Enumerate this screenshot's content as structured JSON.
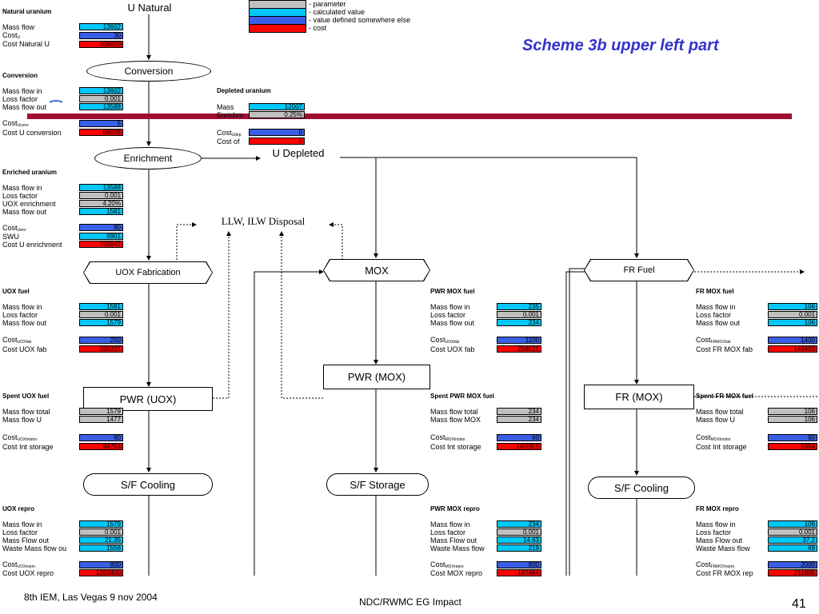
{
  "slide_title": "Scheme 3b upper left part",
  "legend": [
    {
      "text": "- parameter",
      "color": "#c0c0c0"
    },
    {
      "text": "- calculated value",
      "color": "#00c8f8"
    },
    {
      "text": "- value defined somewhere else",
      "color": "#3a5ee8"
    },
    {
      "text": "- cost",
      "color": "#ff0000"
    }
  ],
  "nodes": {
    "u_natural": "U Natural",
    "conversion": "Conversion",
    "enrichment": "Enrichment",
    "u_depleted": "U Depleted",
    "llw": "LLW, ILW Disposal",
    "uox_fab": "UOX Fabrication",
    "mox": "MOX",
    "fr_fuel": "FR Fuel",
    "pwr_uox": "PWR (UOX)",
    "pwr_mox": "PWR (MOX)",
    "fr_mox": "FR (MOX)",
    "sf_cooling_1": "S/F Cooling",
    "sf_storage": "S/F Storage",
    "sf_cooling_2": "S/F Cooling"
  },
  "natural_uranium": {
    "heading": "Natural uranium",
    "rows": [
      {
        "label": "Mass flow",
        "value": "13602"
      },
      {
        "label": "Cost",
        "sub": "U",
        "value": "30"
      },
      {
        "label": "Cost Natural U",
        "value": "408050"
      }
    ]
  },
  "conversion": {
    "heading": "Conversion",
    "rows": [
      {
        "label": "Mass flow in",
        "value": "13602"
      },
      {
        "label": "Loss factor",
        "value": "0.001"
      },
      {
        "label": "Mass flow out",
        "value": "13588"
      },
      {
        "label": "Cost",
        "sub": "Uconv",
        "value": "5"
      },
      {
        "label": "Cost U conversion",
        "value": "68008"
      }
    ]
  },
  "depleted_uranium": {
    "heading": "Depleted uranium",
    "rows": [
      {
        "label": "Mass",
        "value": "12007"
      },
      {
        "label": "Enrichm",
        "value": "0.25%"
      },
      {
        "label": "Cost",
        "sub": "Udep",
        "value": "0"
      },
      {
        "label": "Cost of",
        "value": "0"
      }
    ]
  },
  "enriched_uranium": {
    "heading": "Enriched uranium",
    "rows": [
      {
        "label": "Mass flow in",
        "value": "13588"
      },
      {
        "label": "Loss factor",
        "value": "0.001"
      },
      {
        "label": "UOX enrichment",
        "value": "4.20%"
      },
      {
        "label": "Mass flow out",
        "value": "1581"
      },
      {
        "label": "Cost",
        "sub": "Uenr",
        "value": "80"
      },
      {
        "label": "SWU",
        "value": "9901"
      },
      {
        "label": "Cost U enrichment",
        "value": "792047"
      }
    ]
  },
  "uox_fuel": {
    "heading": "UOX fuel",
    "rows": [
      {
        "label": "Mass flow in",
        "value": "1581"
      },
      {
        "label": "Loss factor",
        "value": "0.001"
      },
      {
        "label": "Mass flow out",
        "value": "1579"
      },
      {
        "label": "Cost",
        "sub": "UOXfab",
        "value": "250"
      },
      {
        "label": "Cost UOX fab",
        "value": "395207"
      }
    ]
  },
  "spent_uox": {
    "heading": "Spent UOX fuel",
    "rows": [
      {
        "label": "Mass flow total",
        "value": "1579"
      },
      {
        "label": "Mass flow U",
        "value": "1477"
      },
      {
        "label": "Cost",
        "sub": "UOXIntstor",
        "value": "60"
      },
      {
        "label": "Cost Int storage",
        "value": "94753"
      }
    ]
  },
  "uox_repro": {
    "heading": "UOX repro",
    "rows": [
      {
        "label": "Mass flow in",
        "value": "1579"
      },
      {
        "label": "Loss factor",
        "value": "0.001"
      },
      {
        "label": "Mass Flow out",
        "value": "21.35"
      },
      {
        "label": "Waste Mass flow ou",
        "value": "1556"
      },
      {
        "label": "Cost",
        "sub": "UOXrepro",
        "value": "800"
      },
      {
        "label": "Cost UOX repro",
        "value": "1263400"
      }
    ]
  },
  "pwr_mox_fuel": {
    "heading": "PWR MOX fuel",
    "rows": [
      {
        "label": "Mass flow in",
        "value": "235"
      },
      {
        "label": "Loss factor",
        "value": "0.001"
      },
      {
        "label": "Mass flow out",
        "value": "234"
      },
      {
        "label": "Cost",
        "sub": "UOXfab",
        "value": "1100"
      },
      {
        "label": "Cost UOX fab",
        "value": "258021"
      }
    ]
  },
  "spent_pwr_mox": {
    "heading": "Spent PWR MOX fuel",
    "rows": [
      {
        "label": "Mass flow total",
        "value": "234"
      },
      {
        "label": "Mass flow MOX",
        "value": "234"
      },
      {
        "label": "Cost",
        "sub": "MOXIntstor",
        "value": "60"
      },
      {
        "label": "Cost Int storage",
        "value": "14059.5"
      }
    ]
  },
  "pwr_mox_repro": {
    "heading": "PWR MOX repro",
    "rows": [
      {
        "label": "Mass flow in",
        "value": "234"
      },
      {
        "label": "Loss factor",
        "value": "0.001"
      },
      {
        "label": "Mass Flow out",
        "value": "14.63"
      },
      {
        "label": "Waste Mass flow",
        "value": "219"
      },
      {
        "label": "Cost",
        "sub": "MOXrepro",
        "value": "800"
      },
      {
        "label": "Cost MOX repro",
        "value": "187464"
      }
    ]
  },
  "fr_mox_fuel": {
    "heading": "FR MOX fuel",
    "rows": [
      {
        "label": "Mass flow in",
        "value": "106"
      },
      {
        "label": "Loss factor",
        "value": "0.001"
      },
      {
        "label": "Mass flow out",
        "value": "106"
      },
      {
        "label": "Cost",
        "sub": "FRMOXfab",
        "value": "1400"
      },
      {
        "label": "Cost FR MOX fab",
        "value": "148403"
      }
    ]
  },
  "spent_fr_mox": {
    "heading": "Spent FR MOX fuel",
    "rows": [
      {
        "label": "Mass flow total",
        "value": "106"
      },
      {
        "label": "Mass flow U",
        "value": "106"
      },
      {
        "label": "Cost",
        "sub": "MOXIntstor",
        "value": "60"
      },
      {
        "label": "Cost Int storage",
        "value": "6354"
      }
    ]
  },
  "fr_mox_repro": {
    "heading": "FR MOX repro",
    "rows": [
      {
        "label": "Mass flow in",
        "value": "106"
      },
      {
        "label": "Loss factor",
        "value": "0.001"
      },
      {
        "label": "Mass Flow out",
        "value": "37.2"
      },
      {
        "label": "Waste Mass flow",
        "value": "69"
      },
      {
        "label": "Cost",
        "sub": "FRMOXrepro",
        "value": "2000"
      },
      {
        "label": "Cost FR MOX rep",
        "value": "211800"
      }
    ]
  },
  "footer": {
    "left": "8th IEM, Las Vegas 9 nov 2004",
    "center": "NDC/RWMC EG Impact",
    "page": "41"
  }
}
